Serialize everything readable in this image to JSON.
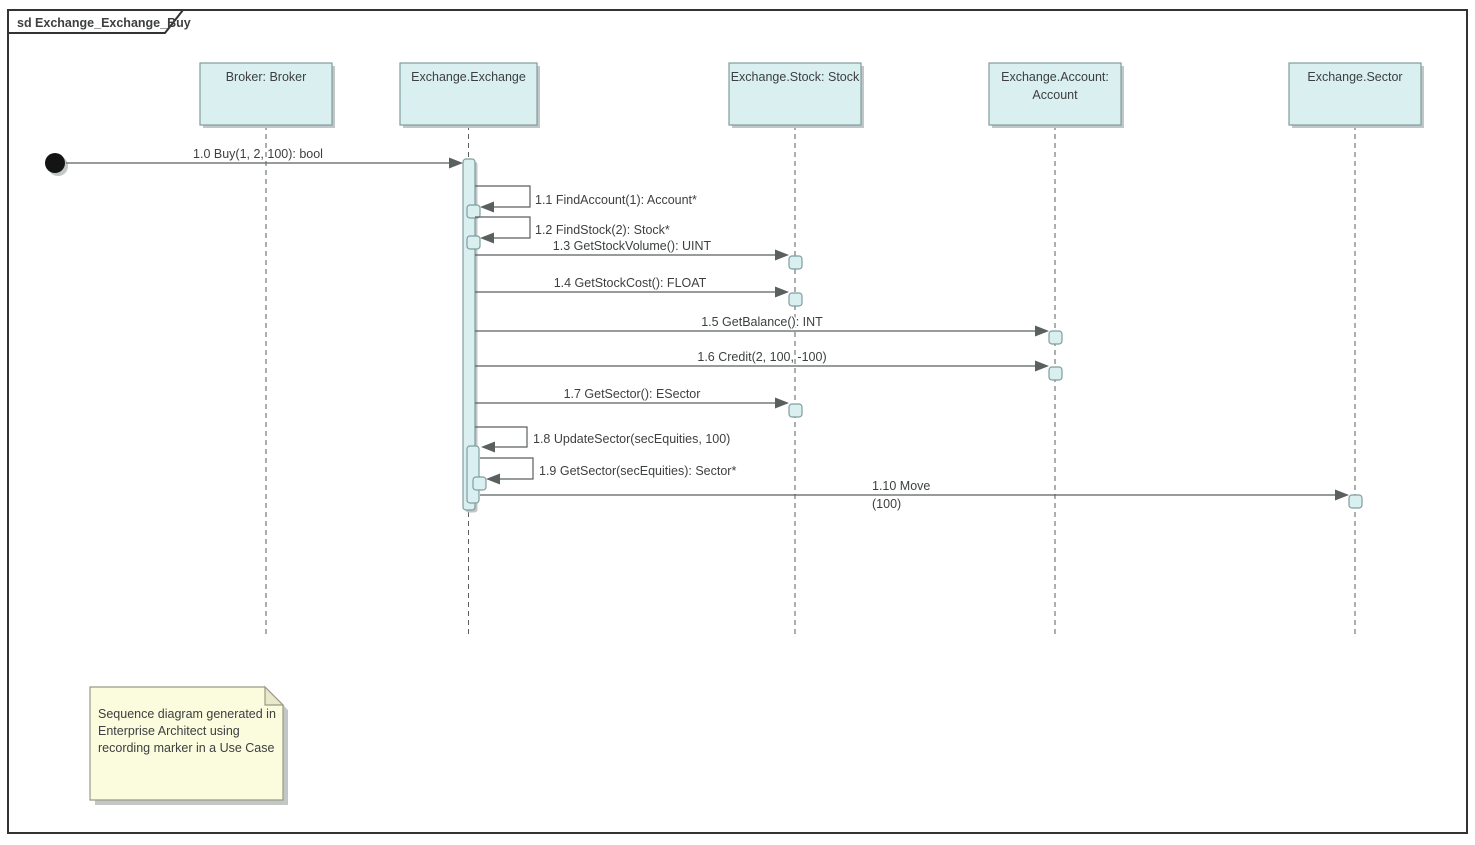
{
  "frame": {
    "title": "sd Exchange_Exchange_Buy"
  },
  "lifelines": [
    {
      "label": "Broker: Broker"
    },
    {
      "label": "Exchange.Exchange"
    },
    {
      "label": "Exchange.Stock: Stock"
    },
    {
      "label": "Exchange.Account:",
      "label2": "Account"
    },
    {
      "label": "Exchange.Sector"
    }
  ],
  "messages": [
    {
      "label": "1.0 Buy(1, 2, 100): bool"
    },
    {
      "label": "1.1 FindAccount(1): Account*"
    },
    {
      "label": "1.2 FindStock(2): Stock*"
    },
    {
      "label": "1.3 GetStockVolume(): UINT"
    },
    {
      "label": "1.4 GetStockCost(): FLOAT"
    },
    {
      "label": "1.5 GetBalance(): INT"
    },
    {
      "label": "1.6 Credit(2, 100, -100)"
    },
    {
      "label": "1.7 GetSector(): ESector"
    },
    {
      "label": "1.8 UpdateSector(secEquities, 100)"
    },
    {
      "label": "1.9 GetSector(secEquities): Sector*"
    },
    {
      "label": "1.10 Move",
      "label2": "(100)"
    }
  ],
  "note": {
    "lines": [
      "Sequence diagram generated in",
      "Enterprise Architect using",
      "recording marker in a Use Case"
    ]
  },
  "colors": {
    "boxFill": "#d9eff0",
    "boxBorder": "#7f9d9e",
    "shadowColor": "#c2c6c6",
    "lineColor": "#5a5f60",
    "arrowColor": "#5a5f60",
    "textColor": "#3d3f40",
    "frameColor": "#333333",
    "noteFill": "#fbfbde",
    "noteBorder": "#9b9b85",
    "noteFoldFill": "#e8e8ca",
    "startNode": "#141414"
  }
}
